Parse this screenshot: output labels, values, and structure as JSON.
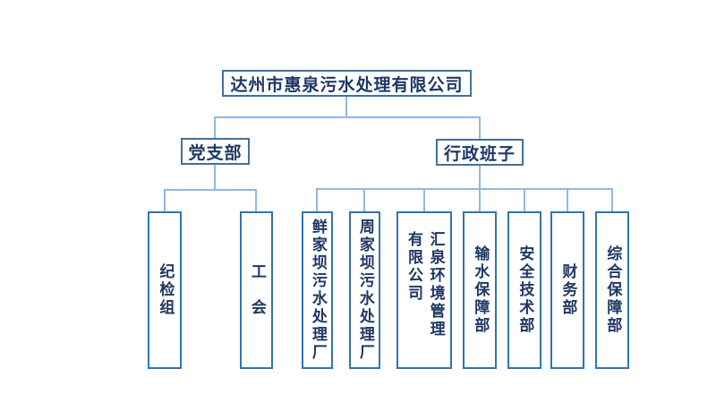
{
  "org_chart": {
    "root": {
      "label": "达州市惠泉污水处理有限公司"
    },
    "branches": [
      {
        "label": "党支部",
        "children": [
          {
            "label": "纪检组"
          },
          {
            "label": "工　会"
          }
        ]
      },
      {
        "label": "行政班子",
        "children": [
          {
            "label": "鲜家坝污水处理厂"
          },
          {
            "label": "周家坝污水处理厂"
          },
          {
            "label": "汇泉环境管理有限公司"
          },
          {
            "label": "输水保障部"
          },
          {
            "label": "安全技术部"
          },
          {
            "label": "财务部"
          },
          {
            "label": "综合保障部"
          }
        ]
      }
    ],
    "colors": {
      "text": "#1F3864",
      "root_branch_border": "#41719C",
      "leaf_border": "#2E75B6",
      "connector": "#8FB9E4",
      "background": "#FFFFFF"
    }
  }
}
